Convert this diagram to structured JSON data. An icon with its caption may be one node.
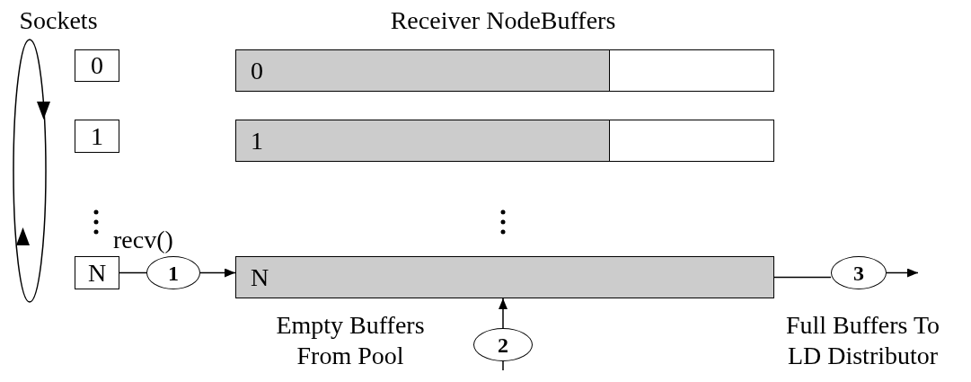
{
  "diagram": {
    "nodes": [
      {
        "text": [
          "0"
        ]
      },
      {
        "text": [
          "1"
        ]
      },
      {
        "text": [
          "N"
        ]
      },
      {
        "text": [
          "0"
        ]
      },
      {
        "text": [
          "1"
        ]
      },
      {
        "text": [
          "N"
        ]
      },
      {
        "text": [
          "1"
        ],
        "beside": [
          "recv()"
        ]
      },
      {
        "text": [
          "3"
        ],
        "beside": [
          "Full Buffers To LD Distributor"
        ]
      },
      {
        "text": [
          "2"
        ]
      }
    ],
    "edges": [
      {
        "from": 2,
        "to": 6,
        "arrow": "none"
      },
      {
        "from": 6,
        "to": 5,
        "arrow": "to"
      },
      {
        "from": 5,
        "to": 7,
        "arrow": "none"
      },
      {
        "from": 7,
        "to": null,
        "arrow": "to"
      },
      {
        "from": 8,
        "to": 5,
        "arrow": "to"
      },
      {
        "from": null,
        "to": 8,
        "arrow": "none"
      }
    ],
    "labels": [
      "Sockets",
      "Receiver NodeBuffers",
      "Empty Buffers From Pool"
    ]
  }
}
